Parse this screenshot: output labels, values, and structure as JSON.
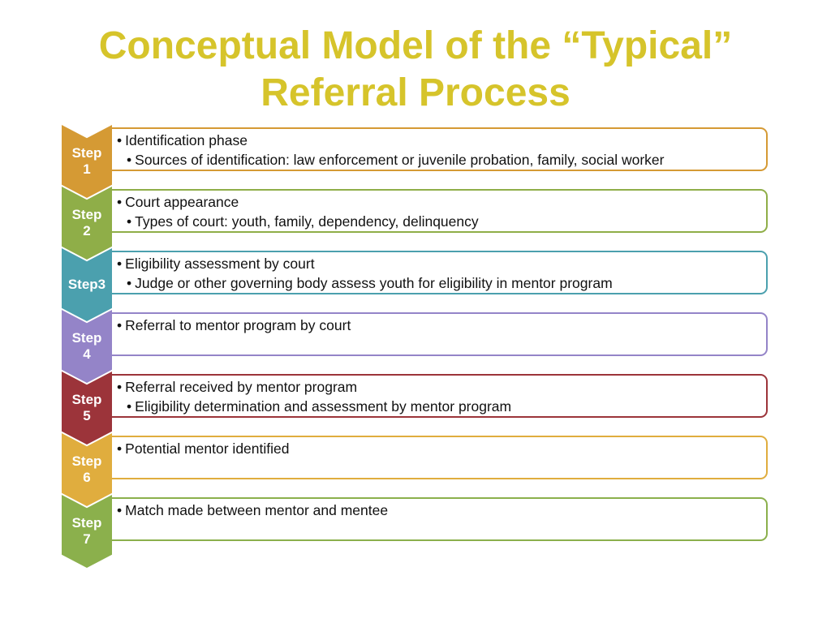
{
  "title": {
    "line1": "Conceptual Model of the “Typical”",
    "line2": "Referral Process",
    "color": "#d6c42b"
  },
  "bullet_glyph": "•",
  "steps": [
    {
      "label_top": "Step",
      "label_bottom": "1",
      "color": "#d59a34",
      "main": "Identification phase",
      "sub": "Sources of identification: law enforcement or juvenile probation, family, social worker"
    },
    {
      "label_top": "Step",
      "label_bottom": "2",
      "color": "#8fae48",
      "main": "Court appearance",
      "sub": "Types of court: youth, family, dependency, delinquency"
    },
    {
      "label_top": "Step3",
      "label_bottom": "",
      "color": "#4ba0ae",
      "main": "Eligibility assessment by court",
      "sub": "Judge or other governing body assess youth for eligibility in mentor program"
    },
    {
      "label_top": "Step",
      "label_bottom": "4",
      "color": "#9484c8",
      "main": "Referral to mentor program by court",
      "sub": ""
    },
    {
      "label_top": "Step",
      "label_bottom": "5",
      "color": "#9c343a",
      "main": "Referral received by mentor program",
      "sub": "Eligibility determination and assessment by mentor program"
    },
    {
      "label_top": "Step",
      "label_bottom": "6",
      "color": "#e0ad3e",
      "main": "Potential mentor identified",
      "sub": ""
    },
    {
      "label_top": "Step",
      "label_bottom": "7",
      "color": "#8bb04c",
      "main": "Match made between mentor and mentee",
      "sub": ""
    }
  ]
}
